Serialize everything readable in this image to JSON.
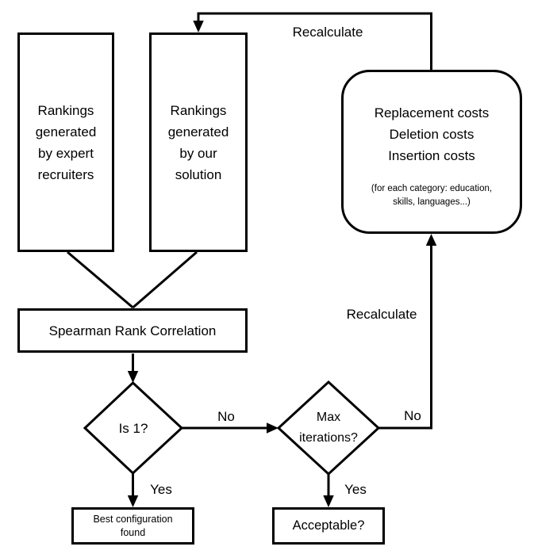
{
  "colors": {
    "line": "#000000",
    "background": "#ffffff"
  },
  "nodes": {
    "expert_rankings": {
      "label": "Rankings\ngenerated\nby expert\nrecruiters"
    },
    "solution_rankings": {
      "label": "Rankings\ngenerated\nby our\nsolution"
    },
    "costs": {
      "label": "Replacement costs\nDeletion costs\nInsertion costs",
      "note": "(for each category: education,\nskills, languages...)"
    },
    "spearman": {
      "label": "Spearman Rank Correlation"
    },
    "is_one": {
      "label": "Is 1?"
    },
    "max_iterations": {
      "label": "Max\niterations?"
    },
    "best_configuration": {
      "label": "Best configuration\nfound"
    },
    "acceptable": {
      "label": "Acceptable?"
    }
  },
  "edge_labels": {
    "recalculate_top": "Recalculate",
    "recalculate_right": "Recalculate",
    "no_left": "No",
    "no_right": "No",
    "yes_left": "Yes",
    "yes_right": "Yes"
  }
}
